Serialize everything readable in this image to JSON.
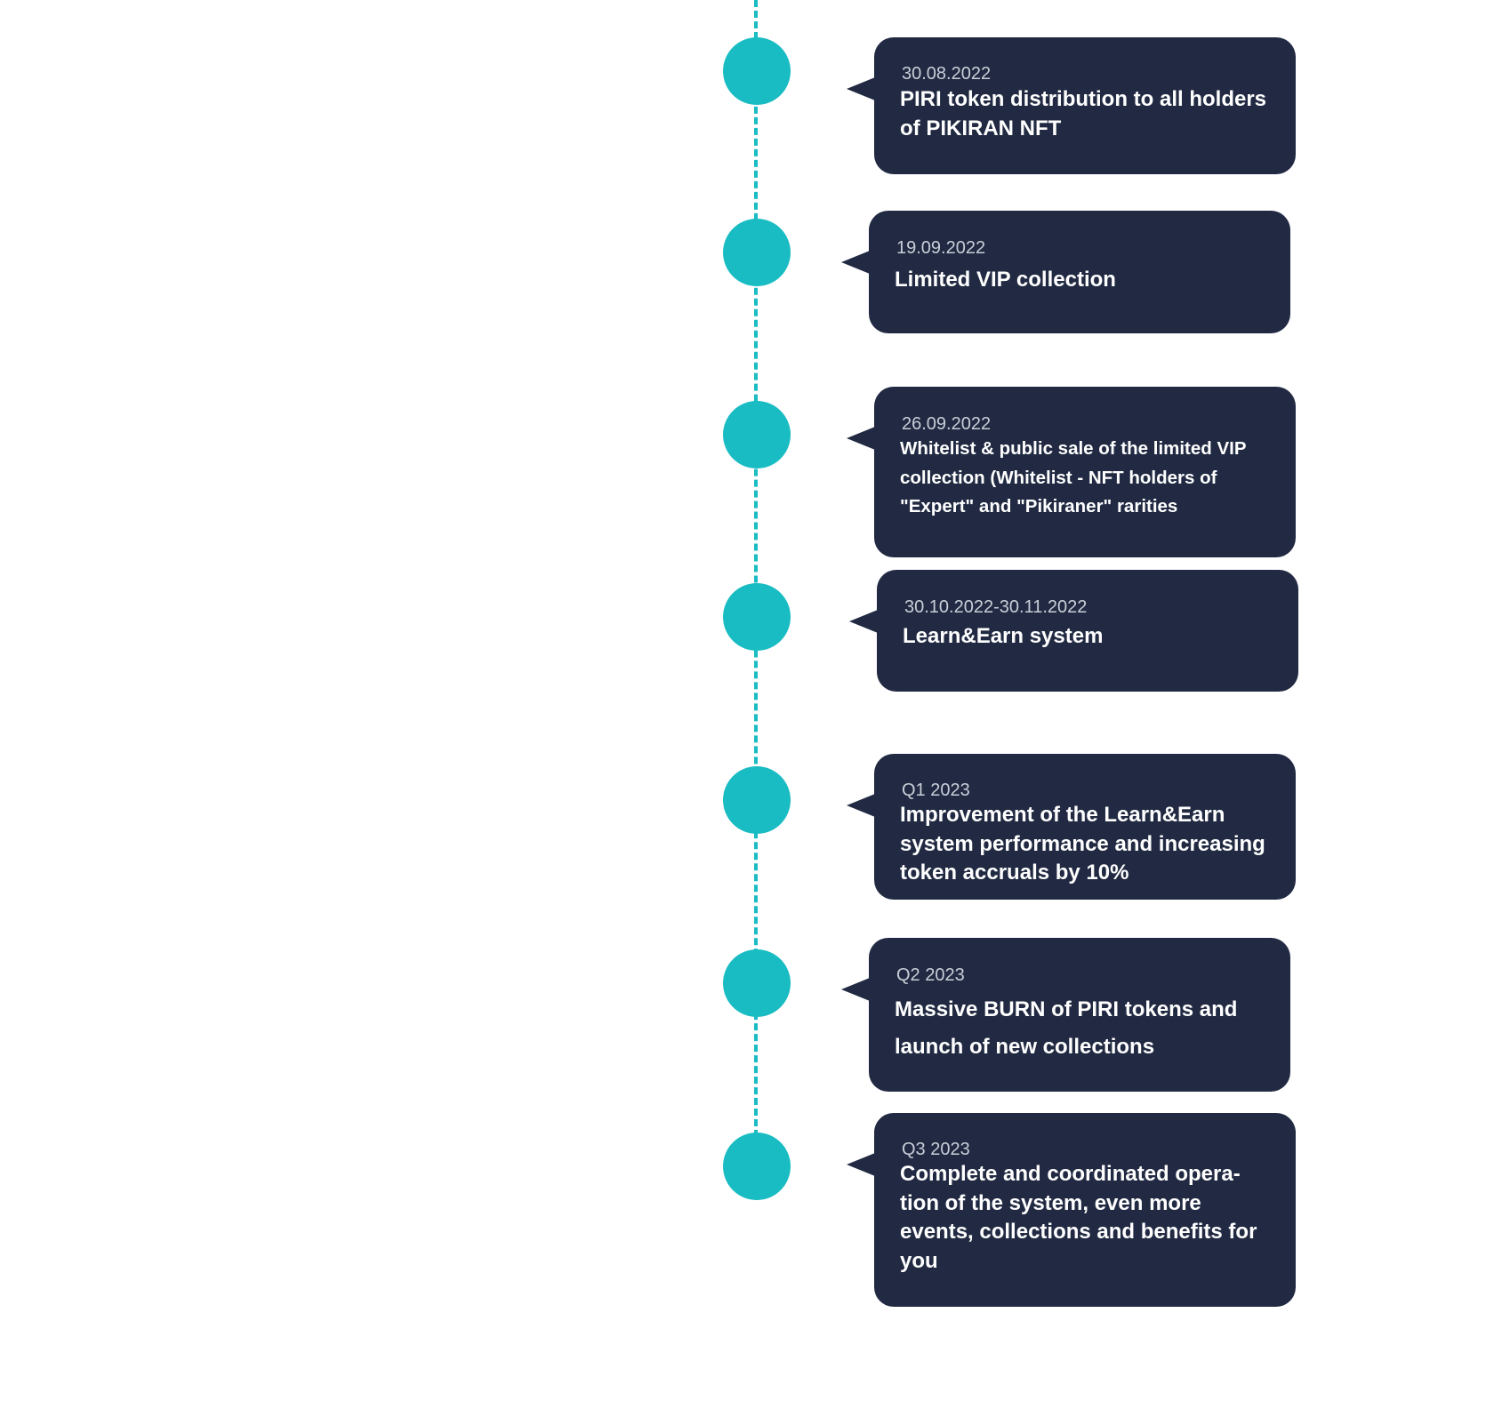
{
  "accent_color": "#18bcc2",
  "card_color": "#212a42",
  "milestones": [
    {
      "date": "30.08.2022",
      "title": "PIRI token distribution to all holders of PIKIRAN NFT"
    },
    {
      "date": "19.09.2022",
      "title": "Limited VIP collection"
    },
    {
      "date": "26.09.2022",
      "title": "Whitelist & public sale of the limited VIP collection (Whitelist - NFT holders of \"Expert\" and \"Pikiraner\" rarities"
    },
    {
      "date": "30.10.2022-30.11.2022",
      "title": "Learn&Earn system"
    },
    {
      "date": "Q1 2023",
      "title": "Improvement of the Learn&Earn system performance and increasing token accruals by 10%"
    },
    {
      "date": "Q2 2023",
      "title": "Massive BURN of PIRI tokens and launch of new collections"
    },
    {
      "date": "Q3 2023",
      "title": "Complete and coordinated opera-tion of the system, even more events, collections and benefits for you"
    }
  ]
}
